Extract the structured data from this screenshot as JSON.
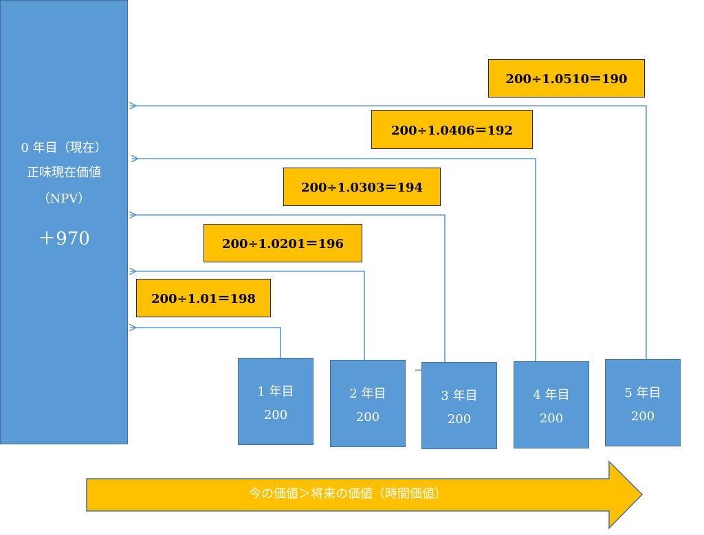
{
  "npv_box": {
    "line1": "0 年目（現在）",
    "line2": "正味現在価値",
    "line3": "（NPV）",
    "value": "＋970"
  },
  "years": [
    {
      "label": "1 年目",
      "value": "200"
    },
    {
      "label": "2 年目",
      "value": "200"
    },
    {
      "label": "3 年目",
      "value": "200"
    },
    {
      "label": "4 年目",
      "value": "200"
    },
    {
      "label": "5 年目",
      "value": "200"
    }
  ],
  "equations": [
    "200÷1.01＝198",
    "200÷1.0201＝196",
    "200÷1.0303＝194",
    "200÷1.0406＝192",
    "200÷1.0510＝190"
  ],
  "time_arrow": "今の価値＞将来の価値（時間価値）",
  "colors": {
    "box_blue": "#5b9bd5",
    "line_blue": "#5b9bd5",
    "label_orange": "#ffc000"
  }
}
